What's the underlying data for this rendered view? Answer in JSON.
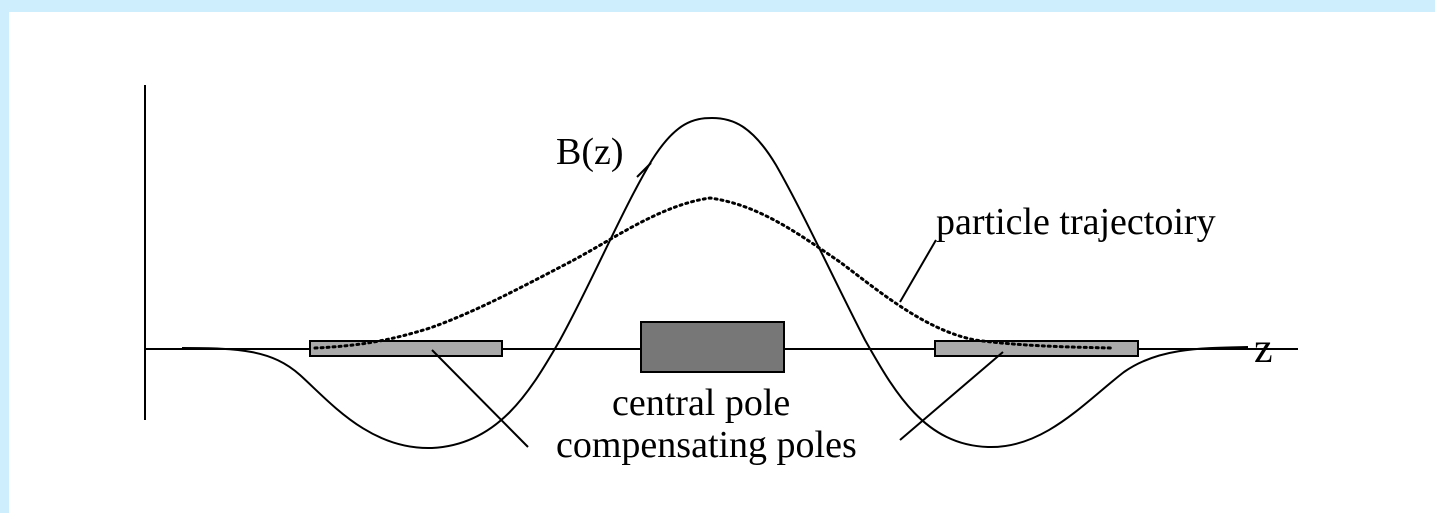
{
  "labels": {
    "field": "B(z)",
    "trajectory": "particle trajectoiry",
    "axis": "z",
    "central_pole": "central pole",
    "compensating_poles": "compensating poles"
  },
  "colors": {
    "background": "#cfeefd",
    "canvas": "#ffffff",
    "ink": "#000000",
    "central_pole_fill": "#777777",
    "compensating_pole_fill": "#aaaaaa"
  }
}
